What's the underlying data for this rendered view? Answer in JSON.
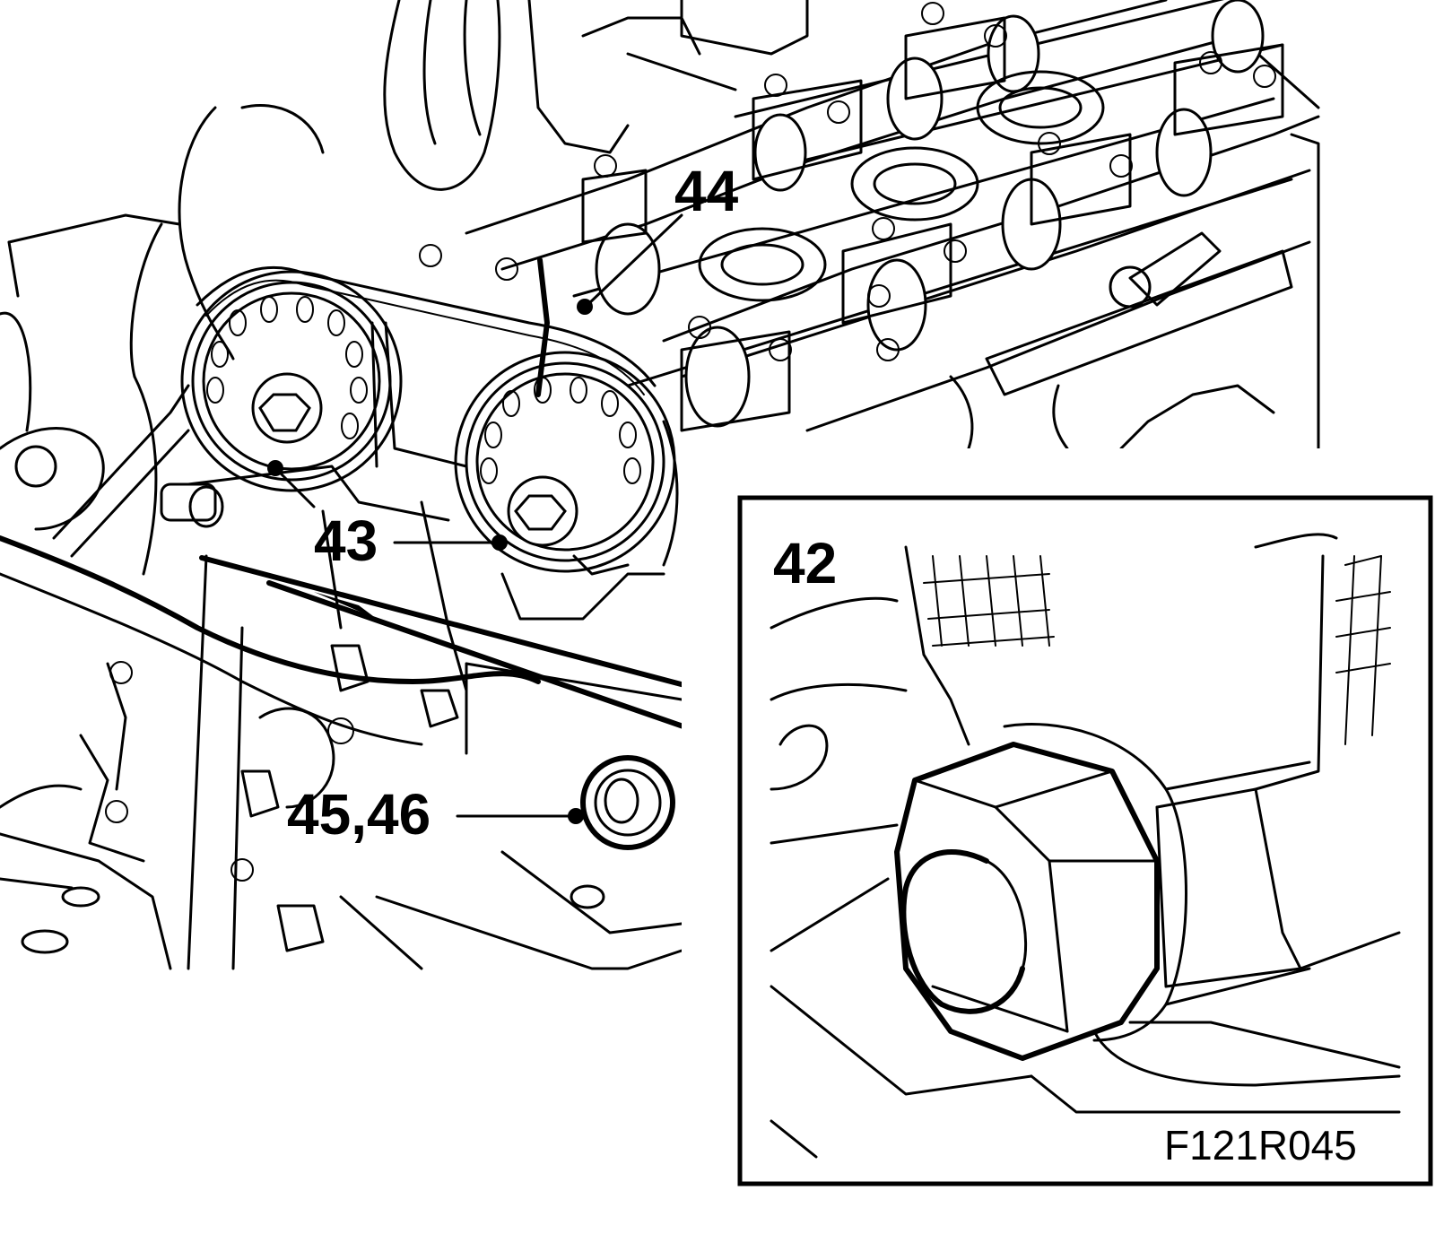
{
  "callouts": {
    "c44": "44",
    "c43": "43",
    "c4546": "45,46",
    "c42": "42"
  },
  "figure_code": "F121R045",
  "colors": {
    "line": "#000000",
    "background": "#ffffff"
  }
}
